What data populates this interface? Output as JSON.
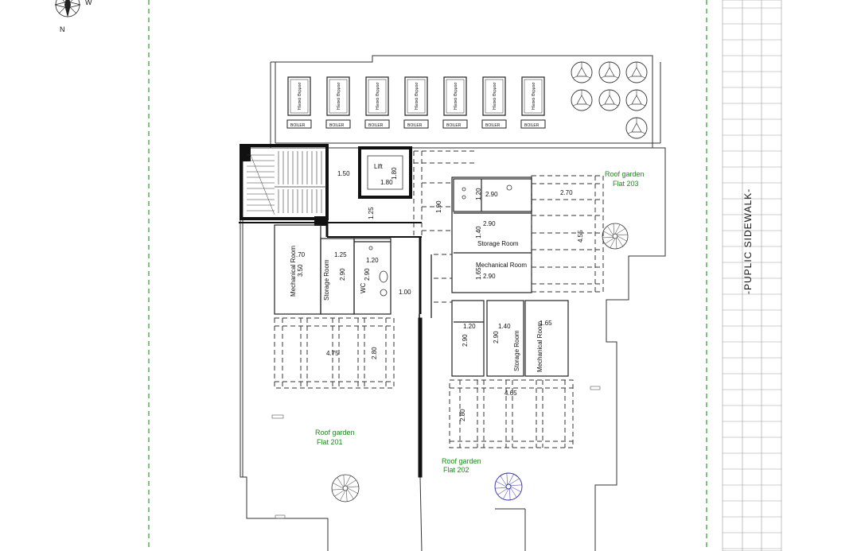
{
  "compass": {
    "north": "N",
    "west": "W"
  },
  "street_label": "-PUPLIC SIDEWALK-",
  "solar_panels": {
    "label": "Ηλιακό Θερμοσ",
    "boiler": "BOILER",
    "count": 7
  },
  "rooms": {
    "lift": "Lift",
    "mech_room_left": "Mechanical Room",
    "storage_left": "Storage Room",
    "wc": "WC",
    "storage_203": "Storage Room",
    "mech_203": "Mechanical Room",
    "storage_202": "Storage Room",
    "mech_202": "Mechanical Room"
  },
  "gardens": {
    "flat203": {
      "line1": "Roof garden",
      "line2": "Flat 203"
    },
    "flat201": {
      "line1": "Roof garden",
      "line2": "Flat 201"
    },
    "flat202": {
      "line1": "Roof garden",
      "line2": "Flat 202"
    }
  },
  "dimensions": {
    "d150": "1.50",
    "lift_w": "1.80",
    "lift_h": "1.80",
    "d125_v": "1.25",
    "d190": "1.90",
    "d120_a": "1.20",
    "d290_a": "2.90",
    "d270": "2.70",
    "d290_b": "2.90",
    "d140_a": "1.40",
    "d455": "4.55",
    "d165_a": "1.65",
    "d290_c": "2.90",
    "d70": ".70",
    "d350": "3.50",
    "d125_h": "1.25",
    "d290_d": "2.90",
    "d120_b": "1.20",
    "d290_e": "2.90",
    "d100": "1.00",
    "d475": "4.75",
    "d280_a": "2.80",
    "d120_c": "1.20",
    "d140_b": "1.40",
    "d165_b": "1.65",
    "d290_f": "2.90",
    "d290_g": "2.90",
    "d465": "4.65",
    "d280_b": "2.80"
  }
}
